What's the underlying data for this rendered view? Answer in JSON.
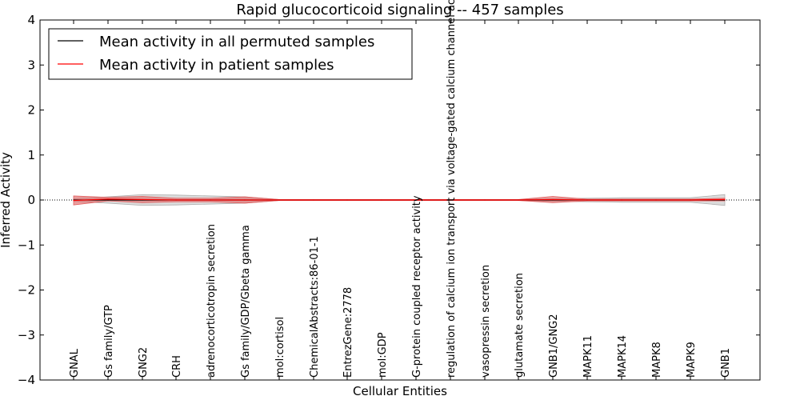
{
  "chart_data": {
    "type": "line",
    "title": "Rapid glucocorticoid signaling -- 457 samples",
    "xlabel": "Cellular Entities",
    "ylabel": "Inferred Activity",
    "ylim": [
      -4,
      4
    ],
    "yticks": [
      "−4",
      "−3",
      "−2",
      "−1",
      "0",
      "1",
      "2",
      "3",
      "4"
    ],
    "yticks_values": [
      -4,
      -3,
      -2,
      -1,
      0,
      1,
      2,
      3,
      4
    ],
    "grid": false,
    "legend_position": "top-left",
    "categories": [
      "GNAL",
      "Gs family/GTP",
      "GNG2",
      "CRH",
      "adrenocorticotropin secretion",
      "Gs family/GDP/Gbeta gamma",
      "mol:cortisol",
      "ChemicalAbstracts:86-01-1",
      "EntrezGene:2778",
      "mol:GDP",
      "G-protein coupled receptor activity",
      "regulation of calcium ion transport via voltage-gated calcium channel activity",
      "vasopressin secretion",
      "glutamate secretion",
      "GNB1/GNG2",
      "MAPK11",
      "MAPK14",
      "MAPK8",
      "MAPK9",
      "GNB1"
    ],
    "series": [
      {
        "name": "Mean activity in all permuted samples",
        "color": "#000000",
        "band_color": "#b0b0b0",
        "values": [
          0,
          0,
          0,
          0,
          0,
          0,
          0,
          0,
          0,
          0,
          0,
          0,
          0,
          0,
          0,
          0,
          0,
          0,
          0,
          0
        ],
        "band": [
          0.03,
          0.07,
          0.12,
          0.11,
          0.09,
          0.07,
          0.01,
          0.01,
          0.01,
          0.01,
          0.01,
          0.01,
          0.01,
          0.01,
          0.03,
          0.04,
          0.05,
          0.05,
          0.05,
          0.12
        ]
      },
      {
        "name": "Mean activity in patient samples",
        "color": "#ff0000",
        "band_color": "#e06060",
        "values": [
          -0.01,
          0.02,
          0.01,
          0,
          0,
          0,
          0,
          0,
          0,
          0,
          0,
          0,
          0,
          0,
          0.01,
          0,
          0,
          0,
          0,
          0.01
        ],
        "band": [
          0.1,
          0.04,
          0.07,
          0.04,
          0.04,
          0.07,
          0.01,
          0.01,
          0.01,
          0.01,
          0.01,
          0.01,
          0.01,
          0.01,
          0.07,
          0.02,
          0.02,
          0.02,
          0.02,
          0.03
        ]
      }
    ]
  }
}
